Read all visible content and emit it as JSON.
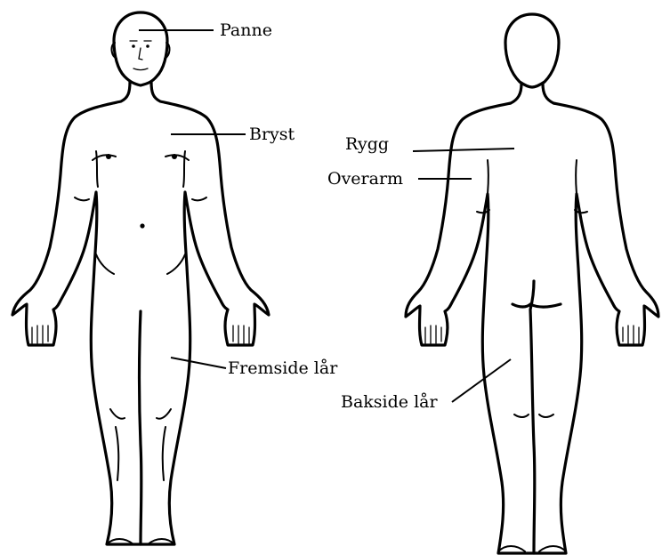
{
  "labels": {
    "forehead": "Panne",
    "chest": "Bryst",
    "back": "Rygg",
    "upper_arm": "Overarm",
    "front_thigh": "Fremside lår",
    "back_thigh": "Bakside lår"
  }
}
